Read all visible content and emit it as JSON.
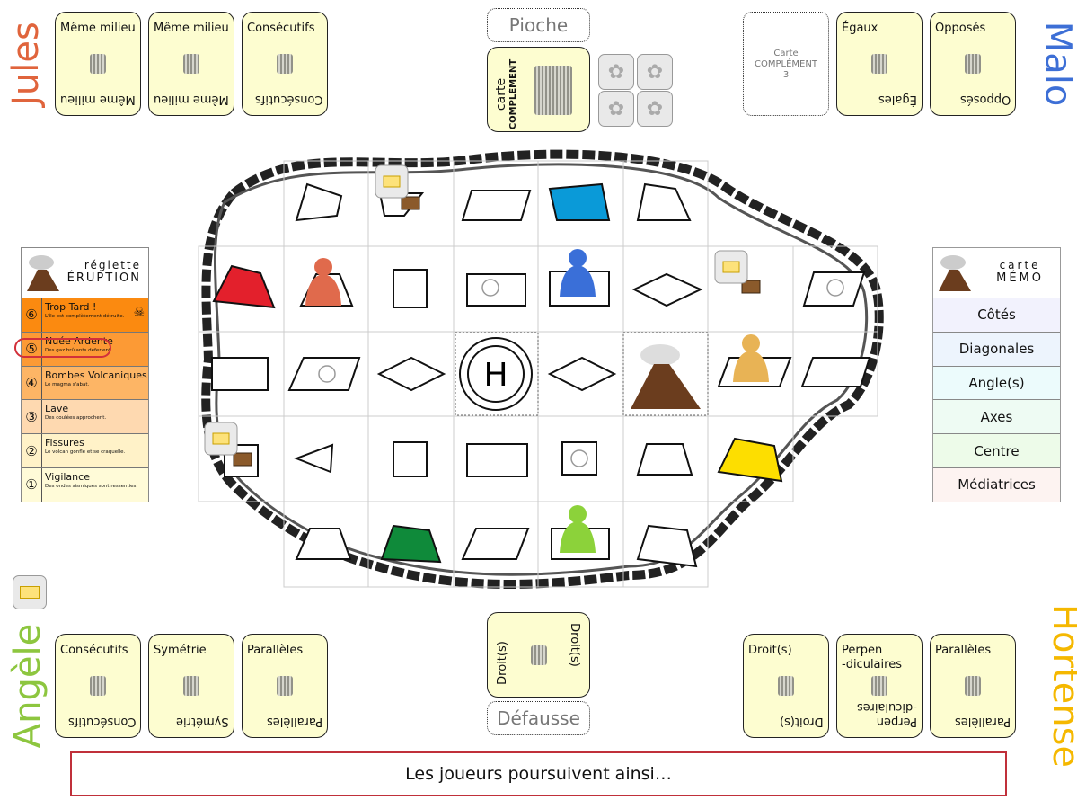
{
  "players": {
    "jules": {
      "name": "Jules",
      "color": "#e0643c",
      "cards": [
        "Même milieu",
        "Même milieu",
        "Consécutifs"
      ]
    },
    "malo": {
      "name": "Malo",
      "color": "#3d6fd6",
      "cards": [
        "Égaux",
        "Opposés"
      ],
      "cards_bottom": [
        "Égales",
        "Opposés"
      ]
    },
    "angele": {
      "name": "Angèle",
      "color": "#8dc63f",
      "cards": [
        "Consécutifs",
        "Symétrie",
        "Parallèles"
      ]
    },
    "hortense": {
      "name": "Hortense",
      "color": "#f5b800",
      "cards": [
        "Droit(s)",
        "Perpen\n-diculaires",
        "Parallèles"
      ]
    }
  },
  "pioche": {
    "label": "Pioche",
    "card_line1": "carte",
    "card_line2": "COMPLÉMENT"
  },
  "complement_slot": {
    "line1": "Carte",
    "line2": "COMPLÉMENT",
    "line3": "3"
  },
  "defausse": {
    "label": "Défausse",
    "card_top": "Droit(s)",
    "card_bottom": "Droit(s)"
  },
  "eruption": {
    "title1": "réglette",
    "title2": "ÉRUPTION",
    "current_level": 5,
    "levels": [
      {
        "num": "⑥",
        "name": "Trop Tard !",
        "desc": "L'île est complètement détruite.",
        "color": "#fb8a10"
      },
      {
        "num": "⑤",
        "name": "Nuée Ardente",
        "desc": "Des gaz brûlants déferlent.",
        "color": "#fc9a35"
      },
      {
        "num": "④",
        "name": "Bombes Volcaniques",
        "desc": "Le magma s'abat.",
        "color": "#fdb565"
      },
      {
        "num": "③",
        "name": "Lave",
        "desc": "Des coulées approchent.",
        "color": "#fed9b0"
      },
      {
        "num": "②",
        "name": "Fissures",
        "desc": "Le volcan gonfle et se craquelle.",
        "color": "#fff2c8"
      },
      {
        "num": "①",
        "name": "Vigilance",
        "desc": "Des ondes sismiques sont ressenties.",
        "color": "#fffbd8"
      }
    ]
  },
  "memo": {
    "title1": "carte",
    "title2": "MÉMO",
    "items": [
      {
        "label": "Côtés",
        "color": "#f2f2fd"
      },
      {
        "label": "Diagonales",
        "color": "#edf4fd"
      },
      {
        "label": "Angle(s)",
        "color": "#ecfbfc"
      },
      {
        "label": "Axes",
        "color": "#eefbf3"
      },
      {
        "label": "Centre",
        "color": "#edfbe9"
      },
      {
        "label": "Médiatrices",
        "color": "#fdf3f1"
      }
    ]
  },
  "helipad": "H",
  "banner": "Les joueurs poursuivent ainsi…"
}
